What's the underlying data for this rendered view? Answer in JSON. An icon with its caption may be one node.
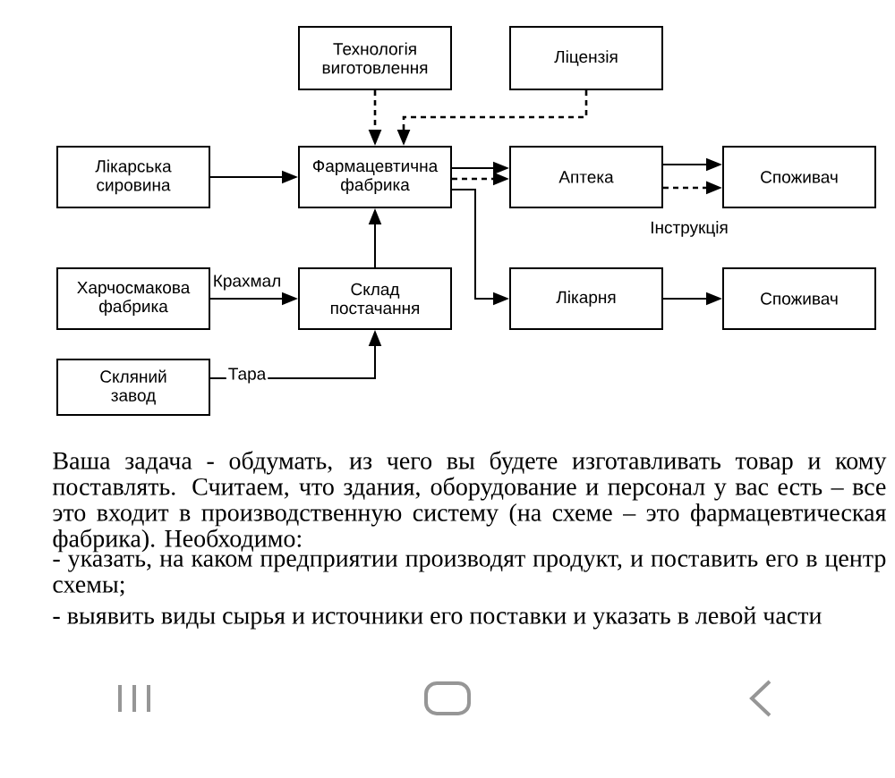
{
  "diagram": {
    "nodes": [
      {
        "text": [
          "Технологія виготовлення"
        ]
      },
      {
        "text": [
          "Ліцензія"
        ]
      },
      {
        "text": [
          "Лікарська сировина"
        ]
      },
      {
        "text": [
          "Фармацевтична фабрика"
        ]
      },
      {
        "text": [
          "Аптека"
        ]
      },
      {
        "text": [
          "Споживач"
        ]
      },
      {
        "text": [
          "Харчосмакова фабрика"
        ]
      },
      {
        "text": [
          "Склад постачання"
        ]
      },
      {
        "text": [
          "Лікарня"
        ]
      },
      {
        "text": [
          "Споживач"
        ]
      },
      {
        "text": [
          "Скляний завод"
        ]
      }
    ],
    "edges": [
      {
        "from": 0,
        "to": 3,
        "arrow": "to",
        "style": "dashed"
      },
      {
        "from": 1,
        "to": 3,
        "arrow": "to",
        "style": "dashed"
      },
      {
        "from": 2,
        "to": 3,
        "arrow": "to"
      },
      {
        "from": 3,
        "to": 4,
        "arrow": "to"
      },
      {
        "from": 3,
        "to": 4,
        "arrow": "to",
        "style": "dashed"
      },
      {
        "from": 3,
        "to": 8,
        "arrow": "to"
      },
      {
        "from": 4,
        "to": 5,
        "arrow": "to"
      },
      {
        "from": 4,
        "to": 5,
        "arrow": "to",
        "style": "dashed",
        "label": "Інструкція"
      },
      {
        "from": 6,
        "to": 7,
        "arrow": "to",
        "label": "Крахмал"
      },
      {
        "from": 10,
        "to": 7,
        "arrow": "to",
        "label": "Тара"
      },
      {
        "from": 7,
        "to": 3,
        "arrow": "to"
      },
      {
        "from": 8,
        "to": 9,
        "arrow": "to"
      }
    ],
    "labels": [
      "Ваша задача - обдумать, из чего вы будете изготавливать товар и кому поставлять. Считаем, что здания, оборудование и персонал у вас есть – все это входит в производственную систему (на схеме – это фармацевтическая фабрика). Необходимо:",
      "- указать, на каком предприятии производят продукт, и поставить его в центр схемы;",
      "- выявить виды сырья и источники его поставки и указать в левой части"
    ]
  }
}
